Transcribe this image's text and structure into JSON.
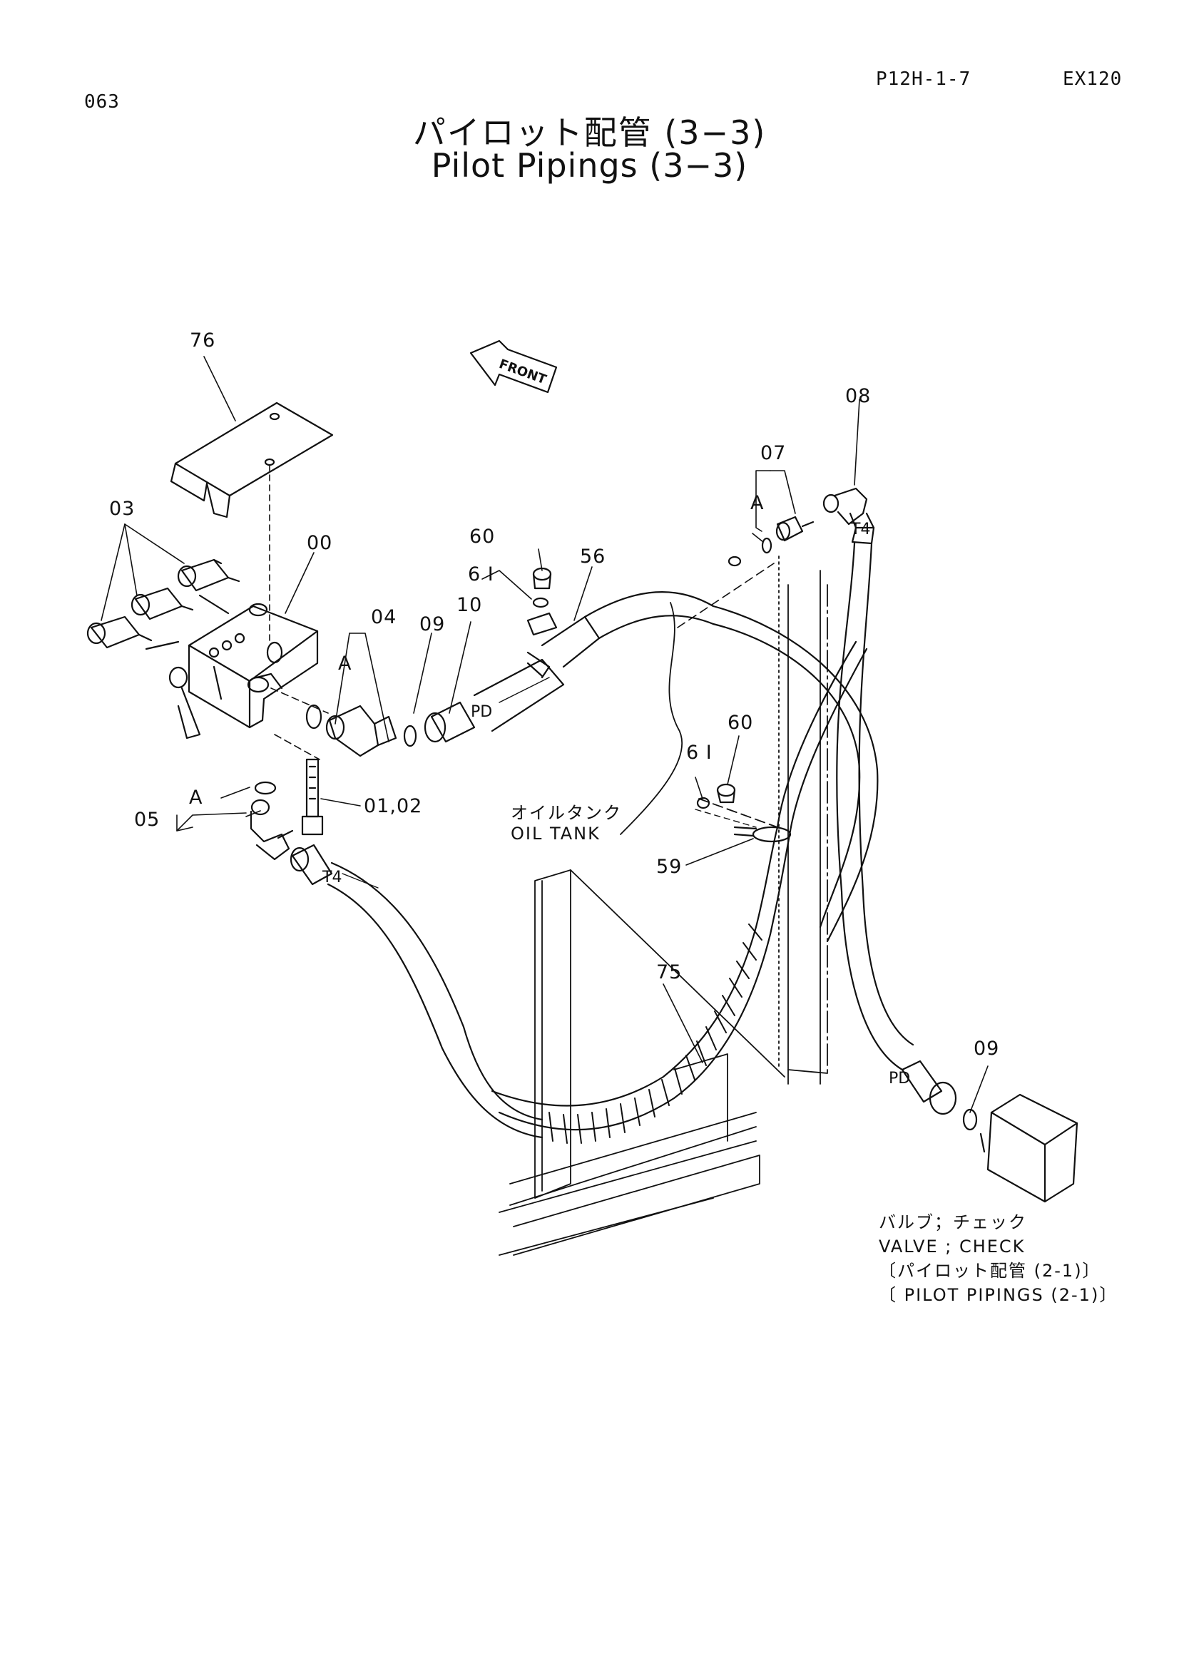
{
  "header": {
    "page_number": "063",
    "part_code": "P12H-1-7",
    "model": "EX120"
  },
  "title": {
    "japanese": "パイロット配管 (3−3)",
    "english": "Pilot Pipings (3−3)"
  },
  "diagram": {
    "front_label": "FRONT",
    "tank_label_jp": "オイルタンク",
    "tank_label_en": "OIL TANK",
    "valve_note_lines": [
      "バルブ；チェック",
      "VALVE ; CHECK",
      "〔パイロット配管 (2-1)〕",
      "〔 PILOT  PIPINGS (2-1)〕"
    ],
    "hose_marks": {
      "t4_left": "T4",
      "t4_right": "T4",
      "pd_top": "PD",
      "pd_right": "PD"
    },
    "callouts": {
      "c76": "76",
      "c03": "03",
      "c00": "00",
      "c04": "04",
      "c09a": "09",
      "c10": "10",
      "c60a": "60",
      "c61a": "6 I",
      "c56": "56",
      "c07": "07",
      "c08": "08",
      "cA1": "A",
      "cA2": "A",
      "cA3": "A",
      "c05": "05",
      "c0102": "01,02",
      "c60b": "60",
      "c61b": "6 I",
      "c59": "59",
      "c75": "75",
      "c09b": "09"
    }
  }
}
